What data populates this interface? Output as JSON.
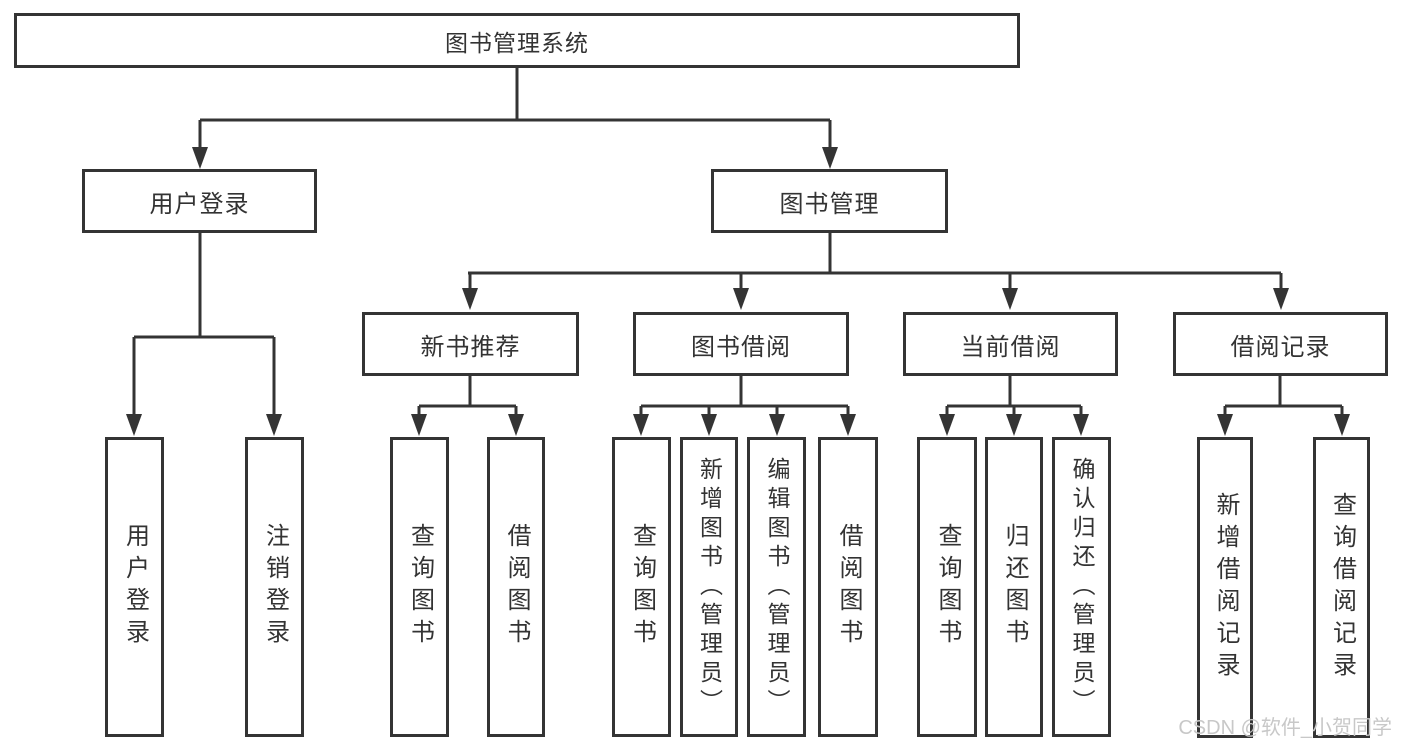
{
  "tree": {
    "label": "图书管理系统",
    "children": [
      {
        "label": "用户登录",
        "children": [
          {
            "label": "用户登录"
          },
          {
            "label": "注销登录"
          }
        ]
      },
      {
        "label": "图书管理",
        "children": [
          {
            "label": "新书推荐",
            "children": [
              {
                "label": "查询图书"
              },
              {
                "label": "借阅图书"
              }
            ]
          },
          {
            "label": "图书借阅",
            "children": [
              {
                "label": "查询图书"
              },
              {
                "label": "新增图书（管理员）"
              },
              {
                "label": "编辑图书（管理员）"
              },
              {
                "label": "借阅图书"
              }
            ]
          },
          {
            "label": "当前借阅",
            "children": [
              {
                "label": "查询图书"
              },
              {
                "label": "归还图书"
              },
              {
                "label": "确认归还（管理员）"
              }
            ]
          },
          {
            "label": "借阅记录",
            "children": [
              {
                "label": "新增借阅记录"
              },
              {
                "label": "查询借阅记录"
              }
            ]
          }
        ]
      }
    ]
  },
  "watermark": {
    "text": "CSDN @软件_小贺同学",
    "color": "#c8c8c8"
  },
  "colors": {
    "line": "#343434",
    "box_border": "#343434",
    "text": "#333333",
    "background": "#ffffff"
  }
}
